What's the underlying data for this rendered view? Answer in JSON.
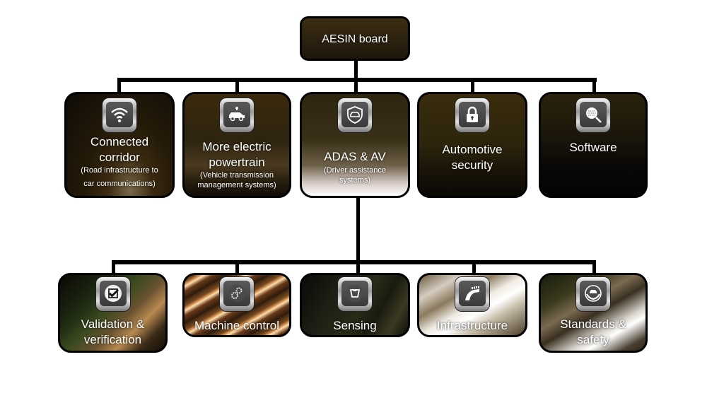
{
  "root": {
    "title": "AESIN board"
  },
  "tier1": [
    {
      "title": "Connected corridor",
      "title_lines": [
        "Connected",
        "corridor"
      ],
      "subtitle_lines": [
        "(Road infrastructure to",
        "car communications)"
      ],
      "icon": "wifi-icon"
    },
    {
      "title": "More electric powertrain",
      "title_lines": [
        "More electric",
        "powertrain"
      ],
      "subtitle_lines": [
        "(Vehicle transmission",
        "management systems)"
      ],
      "icon": "electric-car-icon"
    },
    {
      "title": "ADAS & AV",
      "title_lines": [
        "ADAS & AV"
      ],
      "subtitle_lines": [
        "(Driver assistance",
        "systems)"
      ],
      "icon": "car-shield-icon"
    },
    {
      "title": "Automotive security",
      "title_lines": [
        "Automotive",
        "security"
      ],
      "subtitle_lines": [],
      "icon": "padlock-icon"
    },
    {
      "title": "Software",
      "title_lines": [
        "Software"
      ],
      "subtitle_lines": [],
      "icon": "code-search-icon"
    }
  ],
  "tier2": [
    {
      "title": "Validation & verification",
      "title_lines": [
        "Validation &",
        "verification"
      ],
      "icon": "checkbox-icon"
    },
    {
      "title": "Machine control",
      "title_lines": [
        "Machine control"
      ],
      "icon": "gears-icon"
    },
    {
      "title": "Sensing",
      "title_lines": [
        "Sensing"
      ],
      "icon": "sensor-icon"
    },
    {
      "title": "Infrastructure",
      "title_lines": [
        "Infrastructure"
      ],
      "icon": "road-icon"
    },
    {
      "title": "Standards & safety",
      "title_lines": [
        "Standards &",
        "safety"
      ],
      "icon": "hands-car-icon"
    }
  ]
}
